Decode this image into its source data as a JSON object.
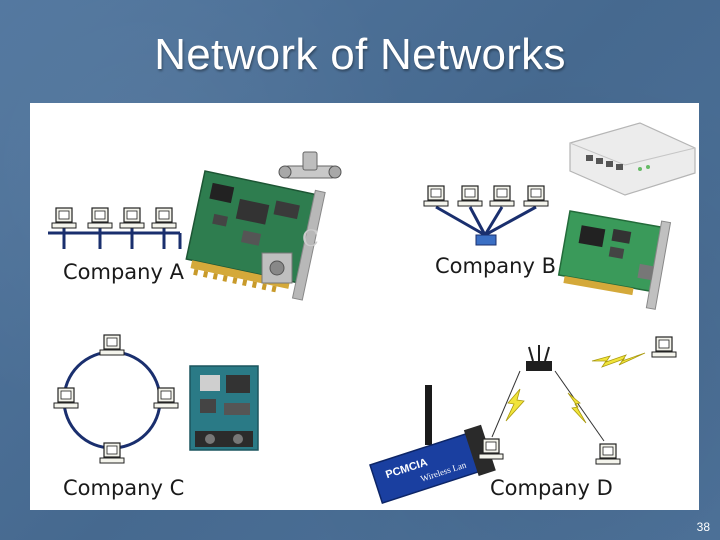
{
  "slide": {
    "title": "Network of Networks",
    "page_number": "38"
  },
  "networks": {
    "a": {
      "label": "Company A"
    },
    "b": {
      "label": "Company B"
    },
    "c": {
      "label": "Company C"
    },
    "d": {
      "label": "Company D"
    }
  },
  "pcmcia_card": {
    "label_1": "PCMCIA",
    "label_2": "Wireless Lan"
  },
  "colors": {
    "wire": "#1a2f6e",
    "hub": "#3b6fc4",
    "lightning": "#f1e43a",
    "ring": "#1a2f6e"
  }
}
